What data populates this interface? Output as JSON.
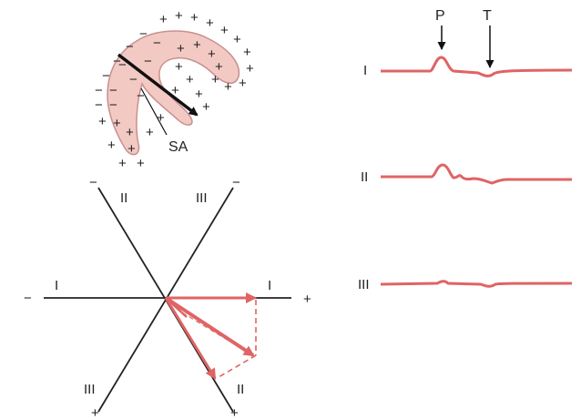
{
  "heart": {
    "node_label": "SA",
    "plus_sign": "+",
    "minus_sign": "−"
  },
  "triaxial": {
    "lead_I": {
      "label": "I",
      "neg": "−",
      "pos": "+"
    },
    "lead_II": {
      "label": "II",
      "neg": "−",
      "pos": "+"
    },
    "lead_III": {
      "label": "III",
      "neg": "−",
      "pos": "+"
    }
  },
  "traces": [
    {
      "label": "I",
      "wave_label_p": "P",
      "wave_label_t": "T"
    },
    {
      "label": "II"
    },
    {
      "label": "III"
    }
  ],
  "colors": {
    "trace": "#e06464",
    "heart_fill": "#f3c9c4",
    "heart_stroke": "#c98f8f",
    "axis": "#222222",
    "vector": "#e06464"
  }
}
